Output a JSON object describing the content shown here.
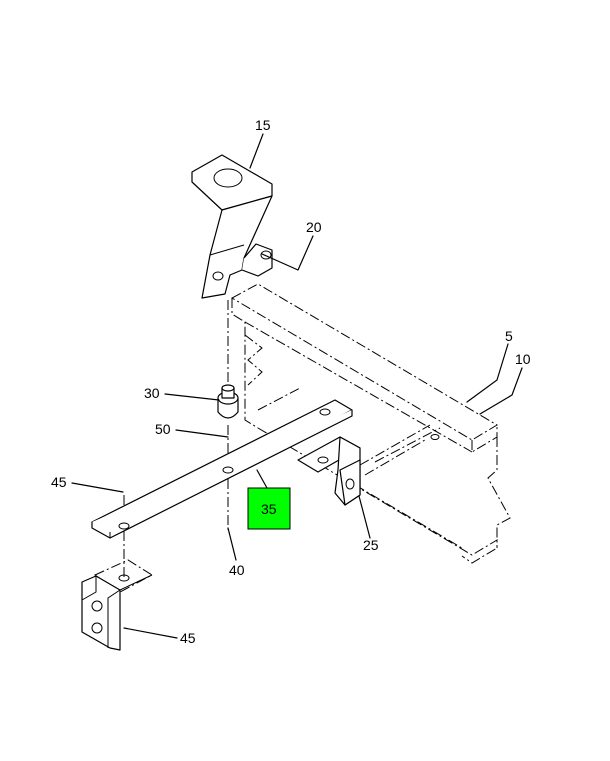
{
  "callouts": [
    {
      "id": "c15",
      "text": "15"
    },
    {
      "id": "c20",
      "text": "20"
    },
    {
      "id": "c5",
      "text": "5"
    },
    {
      "id": "c10",
      "text": "10"
    },
    {
      "id": "c30",
      "text": "30"
    },
    {
      "id": "c50",
      "text": "50"
    },
    {
      "id": "c45a",
      "text": "45"
    },
    {
      "id": "c35",
      "text": "35"
    },
    {
      "id": "c25",
      "text": "25"
    },
    {
      "id": "c40",
      "text": "40"
    },
    {
      "id": "c45b",
      "text": "45"
    }
  ],
  "highlight": {
    "callout": "35",
    "color": "#00ff00"
  }
}
